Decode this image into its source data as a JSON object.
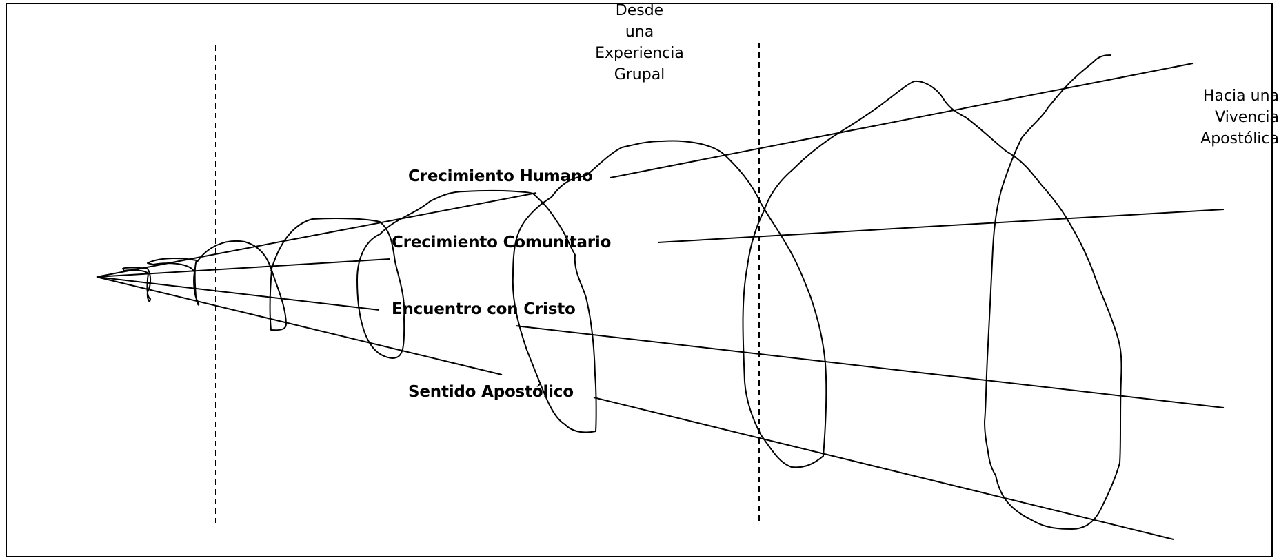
{
  "left_label": [
    "Desde",
    "una",
    "Experiencia",
    "Grupal"
  ],
  "right_label": [
    "Hacia una",
    "Vivencia",
    "Apostólica"
  ],
  "stages": [
    "Crecimiento Humano",
    "Crecimiento Comunitario",
    "Encuentro con Cristo",
    "Sentido Apostólico"
  ]
}
